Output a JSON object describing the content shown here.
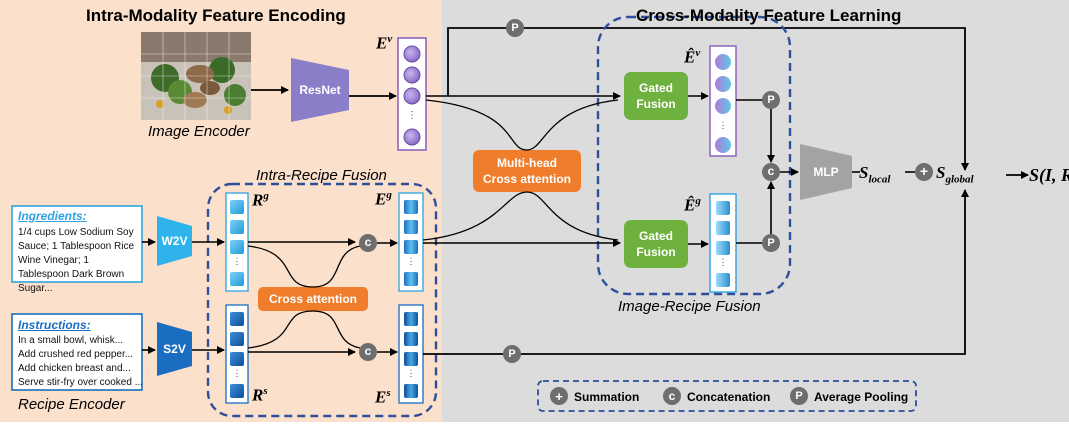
{
  "panels": {
    "left_title": "Intra-Modality Feature Encoding",
    "right_title": "Cross-Modality Feature Learning"
  },
  "captions": {
    "image_encoder": "Image Encoder",
    "recipe_encoder": "Recipe Encoder",
    "intra_recipe_fusion": "Intra-Recipe Fusion",
    "image_recipe_fusion": "Image-Recipe Fusion"
  },
  "ingredients": {
    "header": "Ingredients:",
    "text": "1/4 cups Low Sodium Soy Sauce; 1 Tablespoon Rice Wine Vinegar; 1 Tablespoon Dark Brown Sugar..."
  },
  "instructions": {
    "header": "Instructions:",
    "lines": [
      "In a small bowl, whisk...",
      "Add crushed red pepper...",
      "Add chicken breast and...",
      "Serve stir-fry over cooked ..."
    ]
  },
  "modules": {
    "resnet": "ResNet",
    "w2v": "W2V",
    "s2v": "S2V",
    "cross_attention": "Cross attention",
    "multihead_line1": "Multi-head",
    "multihead_line2": "Cross attention",
    "gated_line1": "Gated",
    "gated_line2": "Fusion",
    "mlp": "MLP"
  },
  "symbols": {
    "pool": "P",
    "concat": "c",
    "sum": "+",
    "ev": "E",
    "ev_sup": "v",
    "eg": "E",
    "eg_sup": "g",
    "es": "E",
    "es_sup": "s",
    "rg": "R",
    "rg_sup": "g",
    "rs": "R",
    "rs_sup": "s",
    "ev_hat": "Ê",
    "ev_hat_sup": "v",
    "eg_hat": "Ê",
    "eg_hat_sup": "g",
    "s_local": "S",
    "s_local_sub": "local",
    "s_global": "S",
    "s_global_sub": "global",
    "output": "S(I, R)"
  },
  "legend": {
    "sum": "Summation",
    "concat": "Concatenation",
    "pool": "Average Pooling"
  },
  "colors": {
    "left_bg": "#fbe0cc",
    "right_bg": "#dcdcdc",
    "accent_blue": "#2e4f9a",
    "orange": "#ef7d2c",
    "green": "#6fb13e",
    "resnet": "#8a7ec8",
    "w2v": "#2eb3ea",
    "s2v": "#1a6dc0",
    "purple_node": "#9d83d4",
    "gray_circle": "#6e6e6e"
  }
}
